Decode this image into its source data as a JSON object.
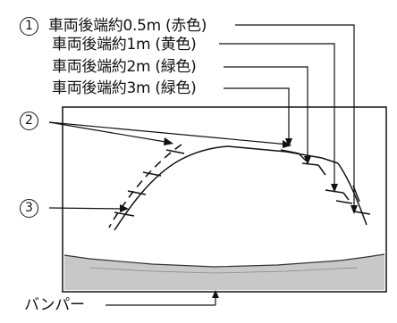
{
  "callouts": {
    "marker_1": "1",
    "marker_2": "2",
    "marker_3": "3"
  },
  "labels": [
    "車両後端約0.5m (赤色)",
    "車両後端約1m (黄色)",
    "車両後端約2m (緑色)",
    "車両後端約3m (緑色)"
  ],
  "bumper_label": "バンパー",
  "colors": {
    "line": "#111111",
    "bumper_fill": "#c8c8c8",
    "background": "#ffffff"
  }
}
